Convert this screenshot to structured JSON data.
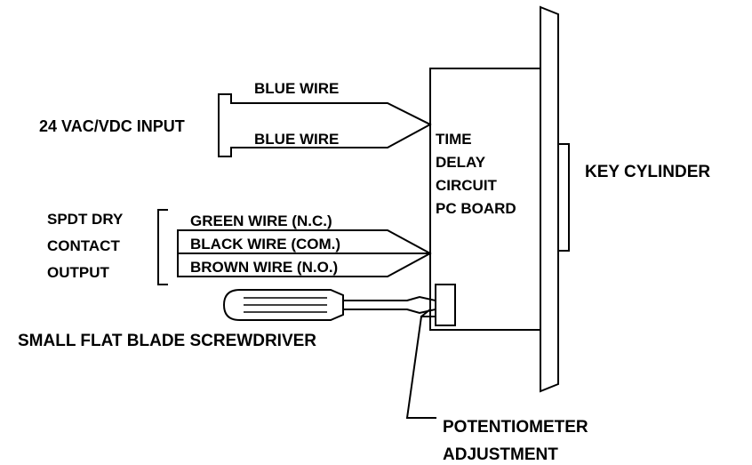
{
  "labels": {
    "blue_wire_top": "BLUE WIRE",
    "blue_wire_bottom": "BLUE WIRE",
    "input": "24 VAC/VDC INPUT",
    "board_line1": "TIME",
    "board_line2": "DELAY",
    "board_line3": "CIRCUIT",
    "board_line4": "PC BOARD",
    "key_cylinder": "KEY CYLINDER",
    "spdt_line1": "SPDT DRY",
    "spdt_line2": "CONTACT",
    "spdt_line3": "OUTPUT",
    "green_wire": "GREEN WIRE (N.C.)",
    "black_wire": "BLACK WIRE (COM.)",
    "brown_wire": "BROWN WIRE (N.O.)",
    "screwdriver": "SMALL FLAT BLADE SCREWDRIVER",
    "pot_line1": "POTENTIOMETER",
    "pot_line2": "ADJUSTMENT"
  }
}
